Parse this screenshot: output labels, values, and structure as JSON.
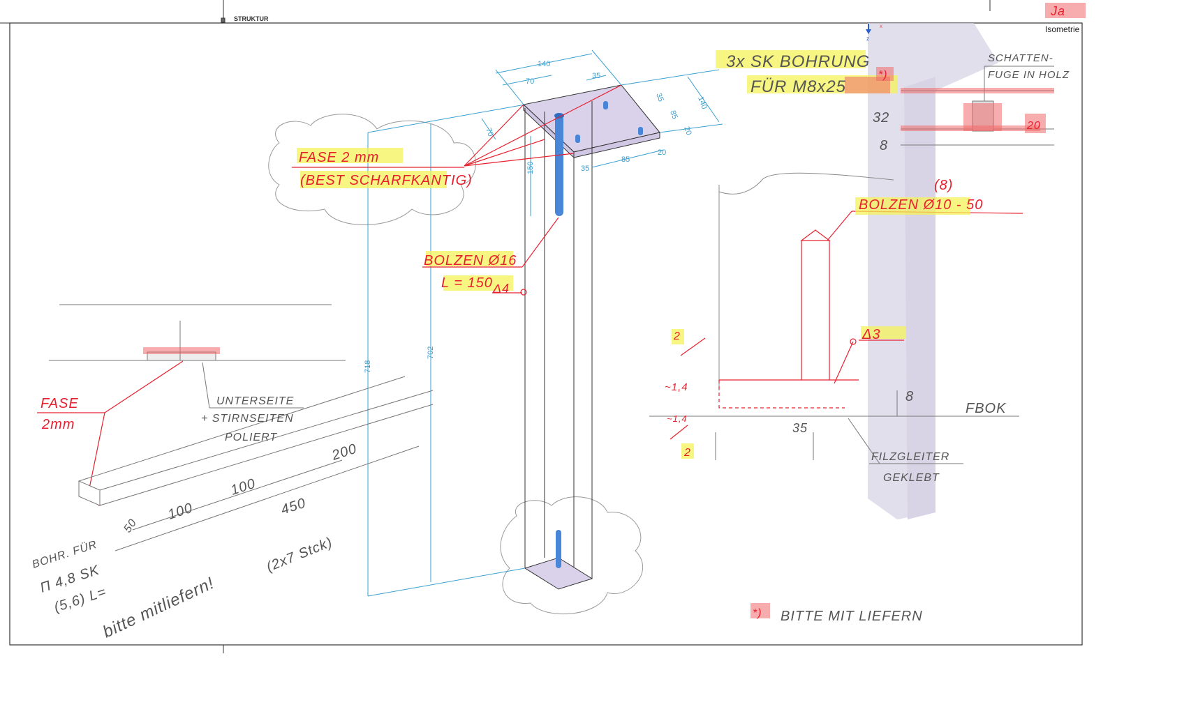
{
  "header": {
    "section": "STRUKTUR",
    "view": "Isometrie",
    "sheet_tag": "Ja"
  },
  "axis": {
    "z": "z",
    "x": "x"
  },
  "dimensions": {
    "top_140": "140",
    "top_70": "70",
    "top_35": "35",
    "side_35": "35",
    "side_85": "85",
    "side_20": "20",
    "side_140": "140",
    "front_20": "20",
    "front_85": "85",
    "front_35": "35",
    "chamfer_70": "70",
    "rod_150": "150",
    "height_718": "718",
    "height_702": "702"
  },
  "annotations": {
    "screws_line1": "3x SK BOHRUNG",
    "screws_line2": "FÜR M8x25",
    "screws_mark": "*)",
    "chamfer_line1": "FASE 2 mm",
    "chamfer_line2": "(BEST SCHARFKANTIG)",
    "rod_line1": "BOLZEN Ø16",
    "rod_line2": "L = 150",
    "rod_weld": "Δ4",
    "shadow_gap_line1": "SCHATTEN-",
    "shadow_gap_line2": "FUGE IN HOLZ",
    "dim_32": "32",
    "dim_8_top": "8",
    "dim_20": "20",
    "bolt_count": "(8)",
    "bolt_spec": "BOLZEN Ø10 - 50",
    "weld_3": "Δ3",
    "dim_2_top": "2",
    "dim_14_a": "~1,4",
    "dim_14_b": "~1,4",
    "dim_2_bottom": "2",
    "dim_8_floor": "8",
    "dim_35": "35",
    "floor": "FBOK",
    "felt_line1": "FILZGLEITER",
    "felt_line2": "GEKLEBT",
    "footnote_mark": "*)",
    "footnote": "BITTE MIT LIEFERN",
    "left_chamfer_line1": "FASE",
    "left_chamfer_line2": "2mm",
    "polish_line1": "UNTERSEITE",
    "polish_line2": "+ STIRNSEITEN",
    "polish_line3": "POLIERT",
    "strip_200": "200",
    "strip_100a": "100",
    "strip_100b": "100",
    "strip_450": "450",
    "strip_50": "50",
    "holes_line1": "BOHR. FÜR",
    "holes_line2": "Π 4,8 SK",
    "holes_line3": "(5,6) L=",
    "please_supply": "bitte mitliefern!",
    "qty": "(2x7 Stck)"
  },
  "colors": {
    "dimension": "#3aa0d0",
    "markup": "#e8202e",
    "highlight": "#f4f35a",
    "rod": "#4a86d8",
    "part": "#d9d2ea"
  }
}
